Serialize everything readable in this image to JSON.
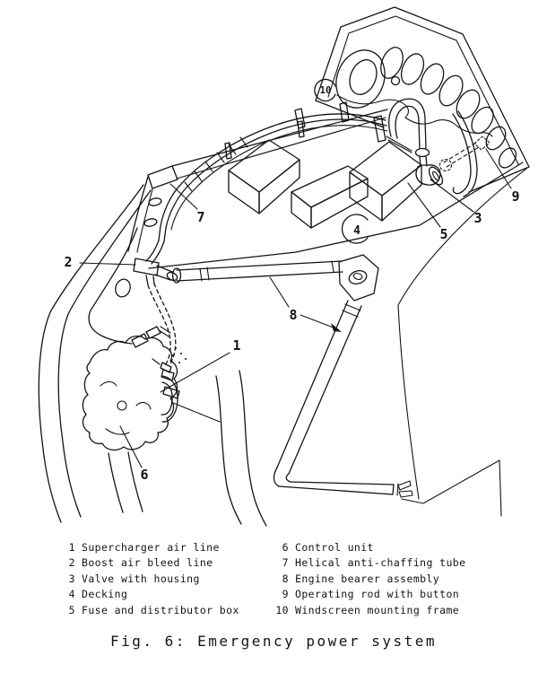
{
  "figure": {
    "caption": "Fig. 6: Emergency power system"
  },
  "legend": {
    "items_left": [
      {
        "num": "1",
        "label": "Supercharger air line"
      },
      {
        "num": "2",
        "label": "Boost air bleed line"
      },
      {
        "num": "3",
        "label": "Valve with housing"
      },
      {
        "num": "4",
        "label": "Decking"
      },
      {
        "num": "5",
        "label": "Fuse and distributor box"
      }
    ],
    "items_right": [
      {
        "num": "6",
        "label": "Control unit"
      },
      {
        "num": "7",
        "label": "Helical anti-chaffing tube"
      },
      {
        "num": "8",
        "label": "Engine bearer assembly"
      },
      {
        "num": "9",
        "label": "Operating rod with button"
      },
      {
        "num": "10",
        "label": "Windscreen mounting frame"
      }
    ]
  },
  "diagram": {
    "callouts": [
      "1",
      "2",
      "3",
      "4",
      "5",
      "6",
      "7",
      "8",
      "9",
      "10"
    ],
    "colors": {
      "ink": "#141414",
      "paper": "#ffffff"
    }
  }
}
